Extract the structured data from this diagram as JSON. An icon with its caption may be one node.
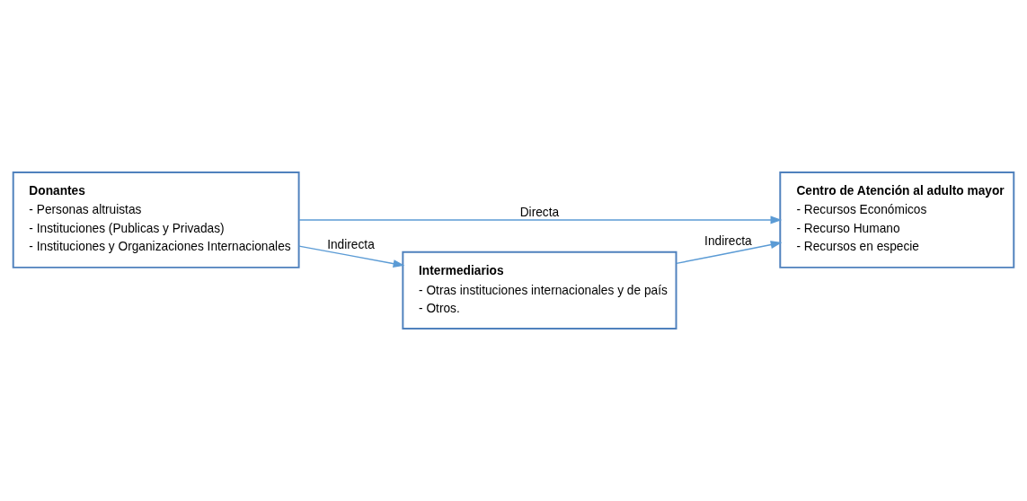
{
  "diagram": {
    "nodes": [
      {
        "text": [
          "Donantes",
          "- Personas altruistas",
          "- Instituciones (Publicas y Privadas)",
          "- Instituciones y Organizaciones Internacionales"
        ]
      },
      {
        "text": [
          "Centro de Atención al adulto mayor",
          "- Recursos Económicos",
          "- Recurso Humano",
          "- Recursos en especie"
        ]
      },
      {
        "text": [
          "Intermediarios",
          "- Otras instituciones internacionales y de país",
          "- Otros."
        ]
      }
    ],
    "edges": [
      {
        "from": 0,
        "to": 1,
        "arrow": "to",
        "label": "Directa"
      },
      {
        "from": 0,
        "to": 2,
        "arrow": "to",
        "label": "Indirecta"
      },
      {
        "from": 2,
        "to": 1,
        "arrow": "to",
        "label": "Indirecta"
      }
    ]
  }
}
